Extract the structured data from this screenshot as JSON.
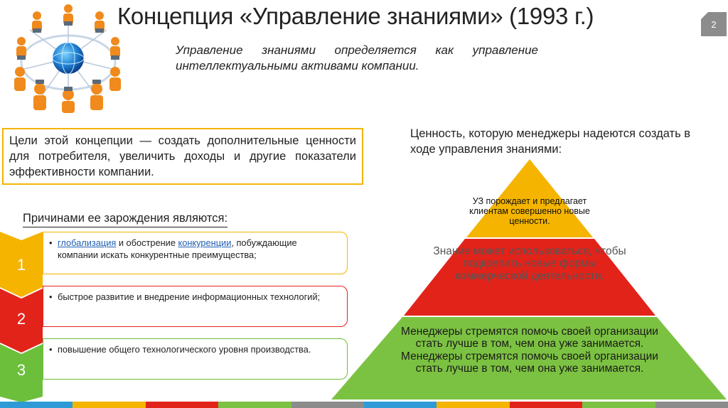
{
  "title": "Концепция «Управление знаниями» (1993 г.)",
  "page_number": "2",
  "definition": {
    "line1": "Управление знаниями определяется как управление",
    "line2": "интеллектуальными активами компании."
  },
  "goals_text": "Цели этой концепции — создать дополнительные ценности для потребителя, увеличить доходы и другие показатели эффективности компании.",
  "value_heading": "Ценность, которую менеджеры надеются создать в ходе управления знаниями:",
  "reasons": {
    "heading": "Причинами ее зарождения являются",
    "heading_suffix": ":",
    "items": [
      {
        "number": "1",
        "link1": "глобализация",
        "mid": " и обострение ",
        "link2": "конкуренции",
        "rest": ", побуждающие компании искать конкурентные преимущества;",
        "color": "#f4b400"
      },
      {
        "number": "2",
        "text": "быстрое развитие и внедрение информационных технологий;",
        "color": "#e2231a"
      },
      {
        "number": "3",
        "text": "повышение общего технологического уровня производства.",
        "color": "#6cbf3a"
      }
    ]
  },
  "pyramid": {
    "top": "УЗ порождает и предлагает клиентам совершенно новые ценности.",
    "middle": "Знание может использоваться, чтобы подкрепить новые формы коммерческой деятельности.",
    "bottom": "Менеджеры стремятся помочь своей организации стать лучше в том, чем она уже занимается. Менеджеры стремятся помочь своей организации стать лучше в том, чем она уже занимается.",
    "colors": {
      "top": "#f4b400",
      "middle": "#e2231a",
      "bottom": "#7cc242"
    }
  },
  "illustration": {
    "icon": "network-people-globe-icon"
  },
  "footer_colors": [
    "#2e9bd6",
    "#f4b400",
    "#e2231a",
    "#7cc242",
    "#8c8c8c",
    "#2e9bd6",
    "#f4b400",
    "#e2231a",
    "#7cc242",
    "#8c8c8c"
  ]
}
